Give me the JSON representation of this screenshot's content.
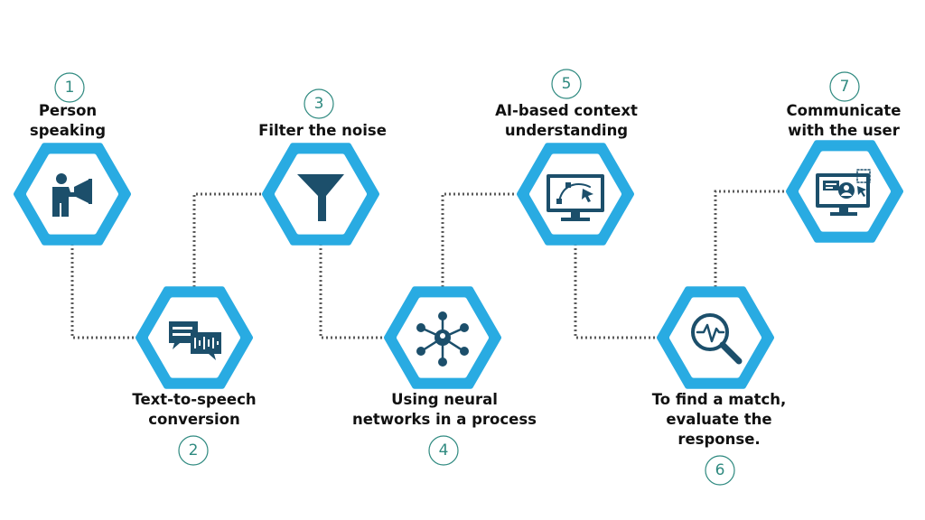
{
  "steps": [
    {
      "number": "1",
      "label_lines": [
        "Person",
        "speaking"
      ],
      "icon": "megaphone-speaker-icon"
    },
    {
      "number": "2",
      "label_lines": [
        "Text-to-speech",
        "conversion"
      ],
      "icon": "speech-bubbles-icon"
    },
    {
      "number": "3",
      "label_lines": [
        "Filter the noise"
      ],
      "icon": "funnel-icon"
    },
    {
      "number": "4",
      "label_lines": [
        "Using neural",
        "networks in a process"
      ],
      "icon": "neural-network-icon"
    },
    {
      "number": "5",
      "label_lines": [
        "AI-based context",
        "understanding"
      ],
      "icon": "monitor-curve-icon"
    },
    {
      "number": "6",
      "label_lines": [
        "To find a match,",
        "evaluate the",
        "response."
      ],
      "icon": "magnifier-pulse-icon"
    },
    {
      "number": "7",
      "label_lines": [
        "Communicate",
        "with the user"
      ],
      "icon": "monitor-user-icon"
    }
  ],
  "colors": {
    "hex_border": "#29abe2",
    "icon": "#1c4f6b",
    "number": "#2f8a80",
    "connector": "#5a5a5a",
    "text": "#111111"
  }
}
